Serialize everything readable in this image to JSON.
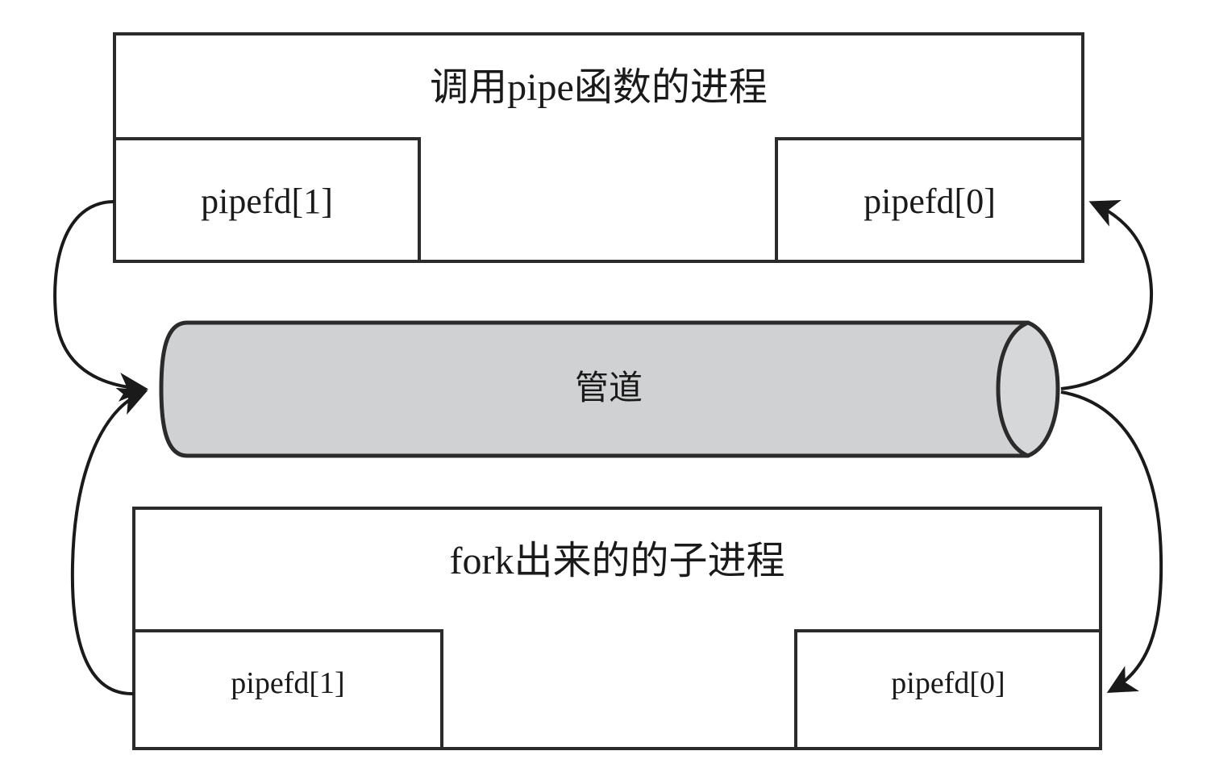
{
  "diagram": {
    "title_text": "调用pipe函数的进程",
    "colors": {
      "stroke": "#2b2b2b",
      "pipe_fill": "#d0d1d3",
      "pipe_cap_fill": "#d6d7d9",
      "background": "#ffffff",
      "text": "#1a1a1a"
    },
    "parent_process": {
      "title": "调用pipe函数的进程",
      "write_end_label": "pipefd[1]",
      "read_end_label": "pipefd[0]"
    },
    "pipe": {
      "label": "管道"
    },
    "child_process": {
      "title": "fork出来的的子进程",
      "write_end_label": "pipefd[1]",
      "read_end_label": "pipefd[0]"
    },
    "arrows": [
      {
        "name": "parent-write-to-pipe",
        "from": "parent pipefd[1]",
        "to": "pipe left end",
        "direction": "into-pipe"
      },
      {
        "name": "child-write-to-pipe",
        "from": "child pipefd[1]",
        "to": "pipe left end",
        "direction": "into-pipe"
      },
      {
        "name": "pipe-to-parent-read",
        "from": "pipe right end",
        "to": "parent pipefd[0]",
        "direction": "out-of-pipe"
      },
      {
        "name": "pipe-to-child-read",
        "from": "pipe right end",
        "to": "child pipefd[0]",
        "direction": "out-of-pipe"
      }
    ]
  }
}
